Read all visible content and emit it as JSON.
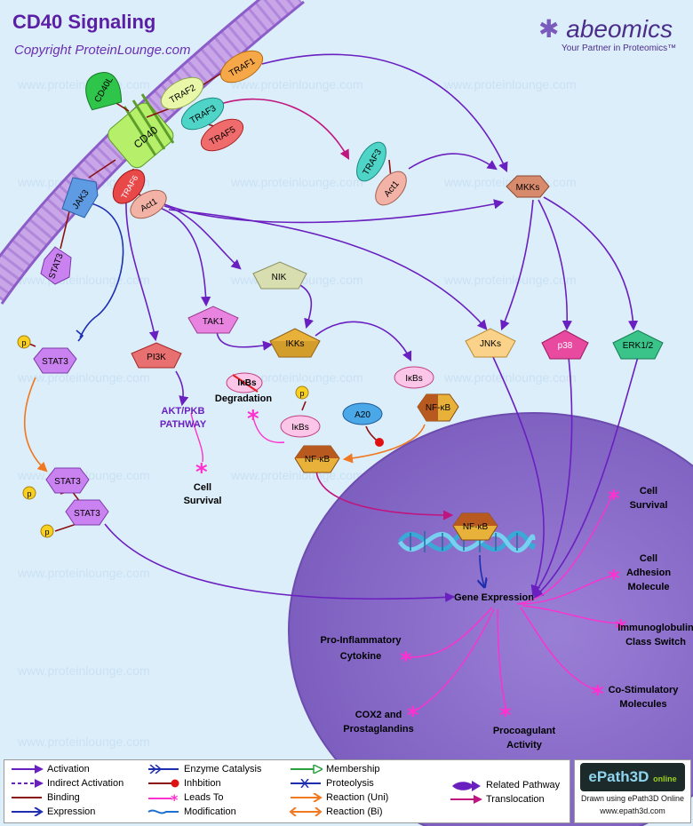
{
  "header": {
    "title": "CD40 Signaling",
    "copyright": "Copyright ProteinLounge.com",
    "brand_name": "abeomics",
    "brand_tagline": "Your Partner in Proteomics™"
  },
  "watermark_text": "www.proteinlounge.com",
  "nodes": {
    "traf1": "TRAF1",
    "traf2": "TRAF2",
    "traf3": "TRAF3",
    "traf5": "TRAF5",
    "cd40l": "CD40L",
    "cd40": "CD40",
    "jak3": "JAK3",
    "traf6": "TRAF6",
    "act1": "Act1",
    "traf3_b": "TRAF3",
    "act1_b": "Act1",
    "mkks": "MKKs",
    "stat3_a": "STAT3",
    "nik": "NIK",
    "tak1": "TAK1",
    "ikks": "IKKs",
    "jnks": "JNKs",
    "p38": "p38",
    "erk12": "ERK1/2",
    "stat3_b": "STAT3",
    "pi3k": "PI3K",
    "ikbs_deg": "IκBs",
    "degradation": "Degradation",
    "ikbs_top": "IκBs",
    "nfkb_top": "NF-κB",
    "a20": "A20",
    "ikbs_mid": "IκBs",
    "nfkb_mid": "NF-κB",
    "stat3_c": "STAT3",
    "stat3_d": "STAT3",
    "nfkb_nuc": "NF-κB",
    "p_label": "p"
  },
  "labels": {
    "akt_line1": "AKT/PKB",
    "akt_line2": "PATHWAY",
    "cell_survival_1": "Cell",
    "cell_survival_2": "Survival",
    "gene_expression": "Gene Expression",
    "out_cell_survival_1": "Cell",
    "out_cell_survival_2": "Survival",
    "out_adhesion_1": "Cell",
    "out_adhesion_2": "Adhesion",
    "out_adhesion_3": "Molecule",
    "out_ig_1": "Immunoglobulin",
    "out_ig_2": "Class Switch",
    "out_costim_1": "Co-Stimulatory",
    "out_costim_2": "Molecules",
    "out_procoag_1": "Procoagulant",
    "out_procoag_2": "Activity",
    "out_cox2_1": "COX2 and",
    "out_cox2_2": "Prostaglandins",
    "out_proinfl_1": "Pro-Inflammatory",
    "out_proinfl_2": "Cytokine"
  },
  "legend": {
    "col1": [
      "Activation",
      "Indirect Activation",
      "Binding",
      "Expression"
    ],
    "col2": [
      "Enzyme Catalysis",
      "Inhbition",
      "Leads To",
      "Modification"
    ],
    "col3": [
      "Membership",
      "Proteolysis",
      "Reaction (Uni)",
      "Reaction (Bi)"
    ],
    "col4": [
      "Related Pathway",
      "Translocation"
    ]
  },
  "epath": {
    "logo": "ePath3D",
    "logo_sub": "online",
    "note_line1": "Drawn using ePath3D Online",
    "note_line2": "www.epath3d.com"
  },
  "colors": {
    "activation": "#6a1fc0",
    "binding": "#8b1010",
    "leads_to": "#ff2fd0",
    "reaction": "#f07820",
    "translocation": "#c0147f",
    "nucleus": "#8e74c8",
    "membrane": "#c8a6e8"
  }
}
